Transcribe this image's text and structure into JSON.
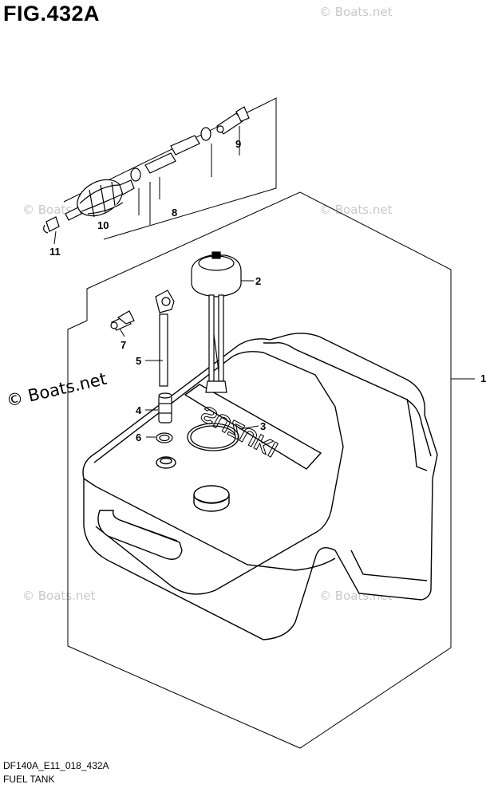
{
  "figure": {
    "title": "FIG.432A",
    "code": "DF140A_E11_018_432A",
    "caption": "FUEL TANK"
  },
  "watermark": {
    "text": "© Boats.net",
    "main_text": "© Boats.net"
  },
  "callouts": [
    "1",
    "2",
    "3",
    "4",
    "5",
    "6",
    "7",
    "8",
    "9",
    "10",
    "11"
  ],
  "tank_logo": "SUZUKI"
}
